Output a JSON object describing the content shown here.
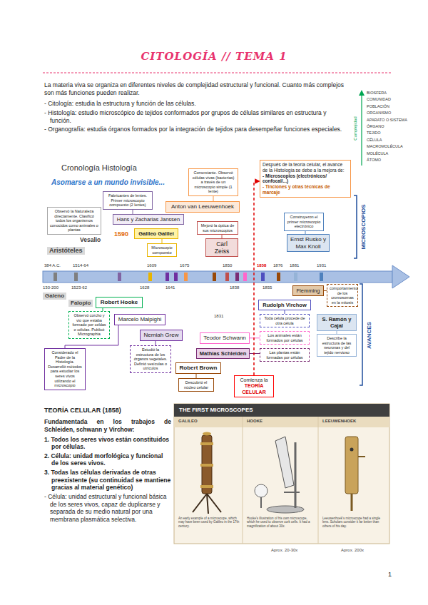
{
  "diagram": {
    "title": "CITOLOGÍA // TEMA 1",
    "nodes": [
      {
        "text": [
          "Observó la Naturaleza directamente. Clasificó todos los organismos conocidos como animales o plantas"
        ]
      },
      {
        "text": [
          "Fabricantes de lentes. Primer microscopio compuesto (2 lentes)"
        ]
      },
      {
        "text": [
          "Hans y Zacharias Janssen"
        ]
      },
      {
        "text": [
          "Galileo Galilei"
        ]
      },
      {
        "text": [
          "Microscopio compuesto"
        ]
      },
      {
        "text": [
          "Comerciante. Observó células vivas (bacterias) a través de un microscopio simple (1 lente)"
        ]
      },
      {
        "text": [
          "Anton van Leeuwenhoek"
        ]
      },
      {
        "text": [
          "Mejoró la óptica de sus microscopios"
        ]
      },
      {
        "text": [
          "Carl Zeiss"
        ]
      },
      {
        "text": [
          "Después de la teoría celular, el avance de la Histología se debe a la mejora de:",
          "- Microscopios (electrónicos/ confocal/...)",
          "- Tinciones y otras técnicas de marcaje"
        ]
      },
      {
        "text": [
          "Construyeron el primer microscopio electrónico"
        ]
      },
      {
        "text": [
          "Ernst Rusko y Max Knoll"
        ]
      },
      {
        "text": [
          "Robert Hooke"
        ]
      },
      {
        "text": [
          "Observó corcho y vio que estaba formado por celdas o células. Publicó Micrographia"
        ]
      },
      {
        "text": [
          "Marcelo Malpighi"
        ]
      },
      {
        "text": [
          "Considerado el Padre de la Histología. Desarrolló métodos para estudiar los seres vivos utilizando el microscopio"
        ]
      },
      {
        "text": [
          "Nemiah Grew"
        ]
      },
      {
        "text": [
          "Estudió la estructura de los órganos vegetales. Definió vesículas o utrículos"
        ]
      },
      {
        "text": [
          "Robert Brown"
        ]
      },
      {
        "text": [
          "Descubrió el núcleo celular"
        ]
      },
      {
        "text": [
          "Teodor Schwann"
        ]
      },
      {
        "text": [
          "Los animales están formados por células"
        ]
      },
      {
        "text": [
          "Mathias Schleiden"
        ]
      },
      {
        "text": [
          "Las plantas están formadas por células"
        ]
      },
      {
        "text": [
          "Rudolph Virchow"
        ]
      },
      {
        "text": [
          "Toda célula procede de otra célula"
        ]
      },
      {
        "text": [
          "Flemming"
        ]
      },
      {
        "text": [
          "comportamiento de los cromosomas en la mitosis"
        ]
      },
      {
        "text": [
          "S. Ramón y Cajal"
        ]
      },
      {
        "text": [
          "Describe la estructura de las neuronas y del tejido nervioso"
        ]
      },
      {
        "text": [
          "Comienza la",
          "TEORÍA CELULAR"
        ]
      },
      {
        "text": [
          "THE FIRST MICROSCOPES"
        ]
      }
    ],
    "edges": [
      {
        "from": 1,
        "to": 2,
        "arrow": "none"
      },
      {
        "from": 3,
        "to": 4,
        "arrow": "none"
      },
      {
        "from": 5,
        "to": 6,
        "arrow": "none"
      },
      {
        "from": 7,
        "to": 8,
        "arrow": "none"
      },
      {
        "from": 10,
        "to": 11,
        "arrow": "none"
      },
      {
        "from": 12,
        "to": 13,
        "arrow": "none"
      },
      {
        "from": 14,
        "to": 15,
        "arrow": "none"
      },
      {
        "from": 16,
        "to": 17,
        "arrow": "none"
      },
      {
        "from": 18,
        "to": 19,
        "arrow": "none"
      },
      {
        "from": 20,
        "to": 21,
        "arrow": "none"
      },
      {
        "from": 22,
        "to": 23,
        "arrow": "none"
      },
      {
        "from": 24,
        "to": 25,
        "arrow": "none"
      },
      {
        "from": 26,
        "to": 27,
        "arrow": "none"
      },
      {
        "from": 28,
        "to": 29,
        "arrow": "none"
      },
      {
        "from": 30,
        "to": 9,
        "arrow": "to"
      }
    ],
    "labels": [
      "La materia viva se organiza en diferentes niveles de complejidad estructural y funcional. Cuanto más complejos son más funciones pueden realizar.",
      "- Citología: estudia la estructura y función de las células.",
      "- Histología: estudio microscópico de tejidos conformados por grupos de células similares en estructura y función.",
      "- Organografía: estudia órganos formados por la integración de tejidos para desempeñar funciones especiales.",
      "BIOSFERA",
      "COMUNIDAD",
      "POBLACIÓN",
      "ORGANISMO",
      "APARATO O SISTEMA",
      "ÓRGANO",
      "TEJIDO",
      "CÉLULA",
      "MACROMOLÉCULA",
      "MOLÉCULA",
      "ÁTOMO",
      "Complejidad",
      "Cronología Histología",
      "Asomarse a un mundo invisible...",
      "Aristóteles",
      "Vesalio",
      "Galeno",
      "Falopio",
      "384 A.C.",
      "1514-64",
      "1590",
      "1609",
      "1675",
      "1850",
      "1858",
      "1876",
      "1881",
      "1931",
      "130-200",
      "1523-62",
      "1628",
      "1641",
      "1838",
      "1831",
      "1855",
      "MICROSCOPIOS",
      "AVANCES",
      "TEORÍA CELULAR (1858)",
      "Fundamentada en los trabajos de Schleiden, schwann y Virchow:",
      "1. Todos los seres vivos están constituidos por células.",
      "2. Célula: unidad morfológica y funcional de los seres vivos.",
      "3. Todas las células derivadas de otras preexistente (su continuidad se mantiene gracias al material genético)",
      "- Célula: unidad estructural y funcional básica de los seres vivos, capaz de duplicarse y separada de su medio natural por una membrana plasmática selectiva.",
      "GALILEO",
      "HOOKE",
      "LEEUWENHOEK",
      "An early example of a microscope, which may have been used by Galileo in the 17th century.",
      "Hooke's illustration of his own microscope, which he used to observe cork cells. It had a magnification of about 30x.",
      "Leeuwenhoek's microscope had a single lens. Scholars consider it far better than others of his day.",
      "Aprox. 20-30x",
      "Aprox. 200x",
      "1"
    ]
  }
}
